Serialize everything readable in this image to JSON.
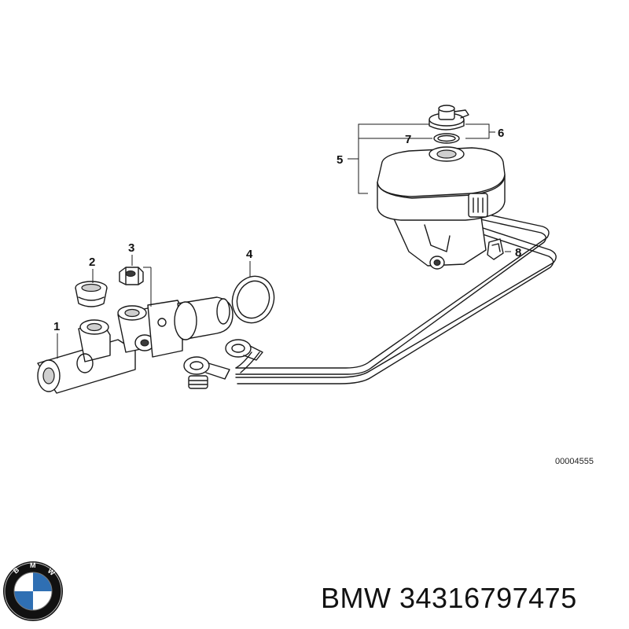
{
  "diagram": {
    "callouts": [
      "1",
      "2",
      "3",
      "4",
      "5",
      "6",
      "7",
      "8"
    ],
    "reference_code": "00004555",
    "parts": {
      "master_cylinder": "1",
      "seal_plug": "2",
      "screw_plug": "3",
      "o_ring": "4",
      "reservoir": "5",
      "cap": "6",
      "gasket": "7",
      "clip": "8"
    }
  },
  "logo": {
    "name": "bmw-logo",
    "text": "BMW",
    "colors": {
      "blue": "#2f6fb3",
      "white": "#ffffff",
      "ring": "#111111"
    }
  },
  "caption": {
    "brand": "BMW",
    "part_number": "34316797475",
    "full": "BMW 34316797475"
  }
}
